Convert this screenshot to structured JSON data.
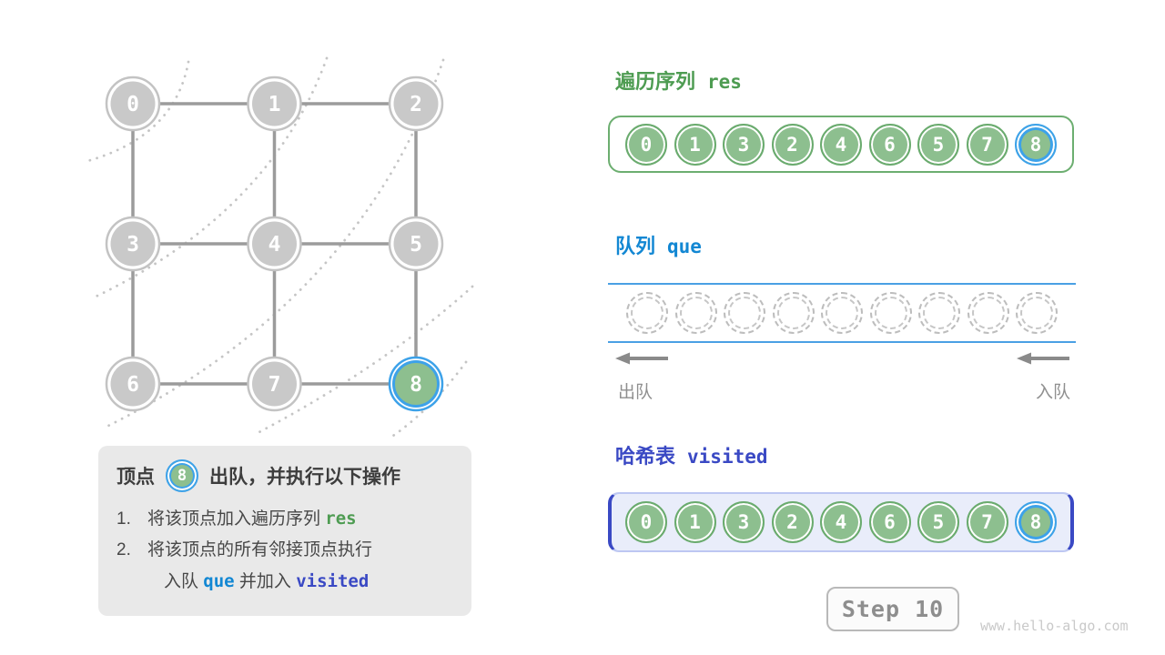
{
  "colors": {
    "node_gray": "#c9c9c9",
    "edge_gray": "#9b9b9b",
    "cell_green": "#8dbf8f",
    "green_border": "#6aab6e",
    "title_green": "#4e9c52",
    "title_blue": "#1287d3",
    "title_indigo": "#3a49c4",
    "highlight_ring_blue": "#3da2e9",
    "visited_bg": "#e9edfa"
  },
  "graph": {
    "nodes": [
      {
        "label": "0",
        "state": "default"
      },
      {
        "label": "1",
        "state": "default"
      },
      {
        "label": "2",
        "state": "default"
      },
      {
        "label": "3",
        "state": "default"
      },
      {
        "label": "4",
        "state": "default"
      },
      {
        "label": "5",
        "state": "default"
      },
      {
        "label": "6",
        "state": "default"
      },
      {
        "label": "7",
        "state": "default"
      },
      {
        "label": "8",
        "state": "current"
      }
    ],
    "edges": [
      [
        0,
        1
      ],
      [
        1,
        2
      ],
      [
        3,
        4
      ],
      [
        4,
        5
      ],
      [
        6,
        7
      ],
      [
        7,
        8
      ],
      [
        0,
        3
      ],
      [
        1,
        4
      ],
      [
        2,
        5
      ],
      [
        3,
        6
      ],
      [
        4,
        7
      ],
      [
        5,
        8
      ]
    ]
  },
  "info_box": {
    "prefix": "顶点",
    "vertex_label": "8",
    "suffix": "出队，并执行以下操作",
    "step1_num": "1.",
    "step1_text": "将该顶点加入遍历序列",
    "step1_code": "res",
    "step2_num": "2.",
    "step2_text": "将该顶点的所有邻接顶点执行",
    "step3_text1": "入队",
    "step3_code1": "que",
    "step3_text2": "并加入",
    "step3_code2": "visited"
  },
  "res": {
    "title": "遍历序列",
    "code": "res",
    "values": [
      "0",
      "1",
      "3",
      "2",
      "4",
      "6",
      "5",
      "7",
      "8"
    ],
    "highlight_index": 8
  },
  "queue": {
    "title": "队列",
    "code": "que",
    "empty_slots": 9,
    "dequeue_label": "出队",
    "enqueue_label": "入队"
  },
  "visited": {
    "title": "哈希表",
    "code": "visited",
    "values": [
      "0",
      "1",
      "3",
      "2",
      "4",
      "6",
      "5",
      "7",
      "8"
    ],
    "highlight_index": 8
  },
  "footer": {
    "step_label": "Step 10",
    "watermark": "www.hello-algo.com"
  }
}
